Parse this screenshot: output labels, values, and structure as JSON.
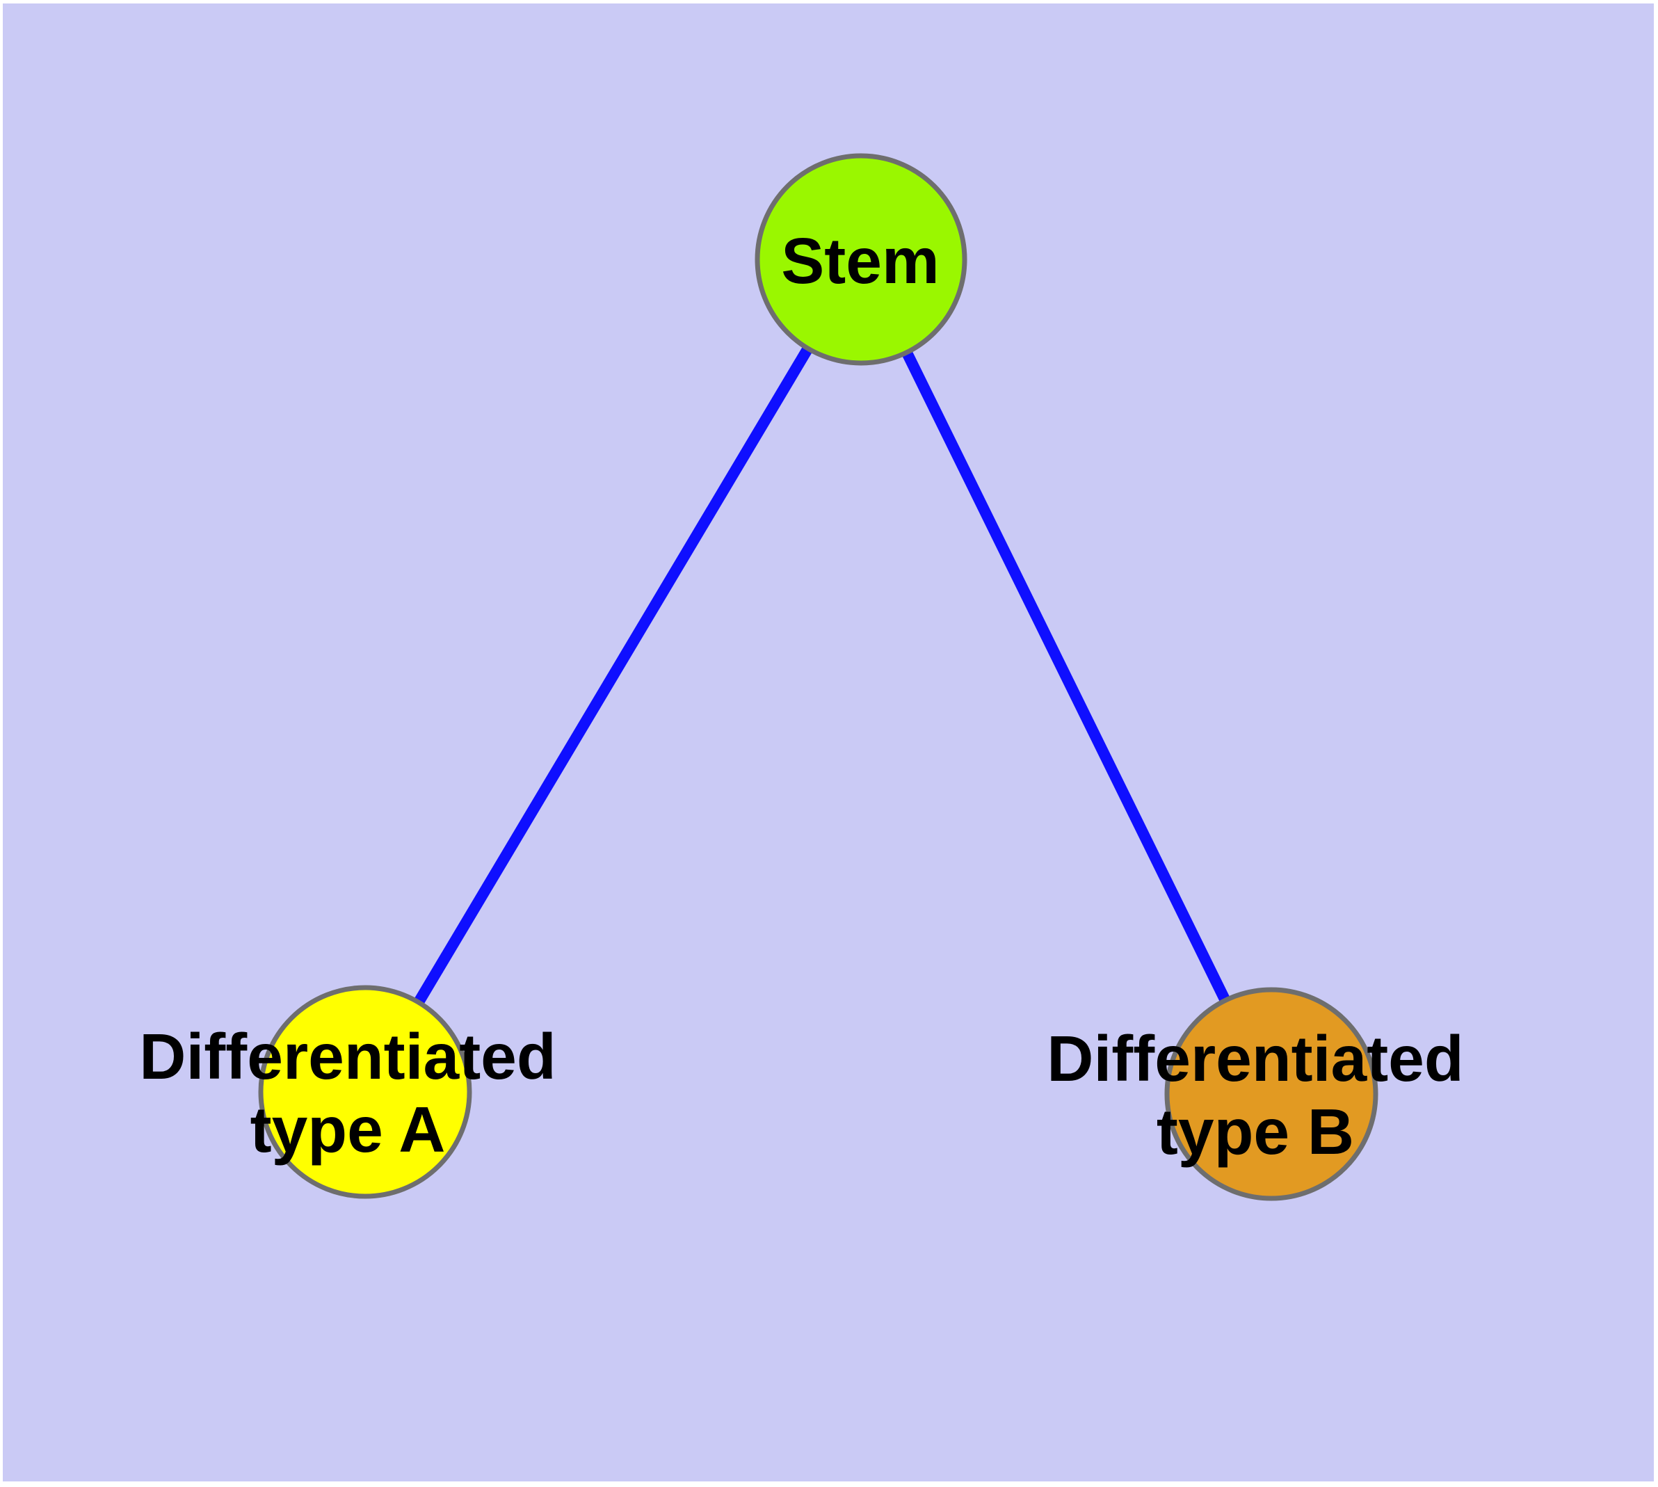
{
  "diagram": {
    "background_color": "#CACAF5",
    "frame_color": "#FFFFFF",
    "edge_color": "#0F0FFF",
    "node_border_color": "#6E6E6E",
    "text_color": "#000000",
    "nodes": {
      "stem": {
        "label": "Stem",
        "fill": "#9AF700"
      },
      "type_a": {
        "label_line1": "Differentiated",
        "label_line2": "type A",
        "fill": "#FFFF00"
      },
      "type_b": {
        "label_line1": "Differentiated",
        "label_line2": "type B",
        "fill": "#E29A22"
      }
    },
    "edges": [
      {
        "name": "stem-to-type-a"
      },
      {
        "name": "stem-to-type-b"
      }
    ]
  }
}
